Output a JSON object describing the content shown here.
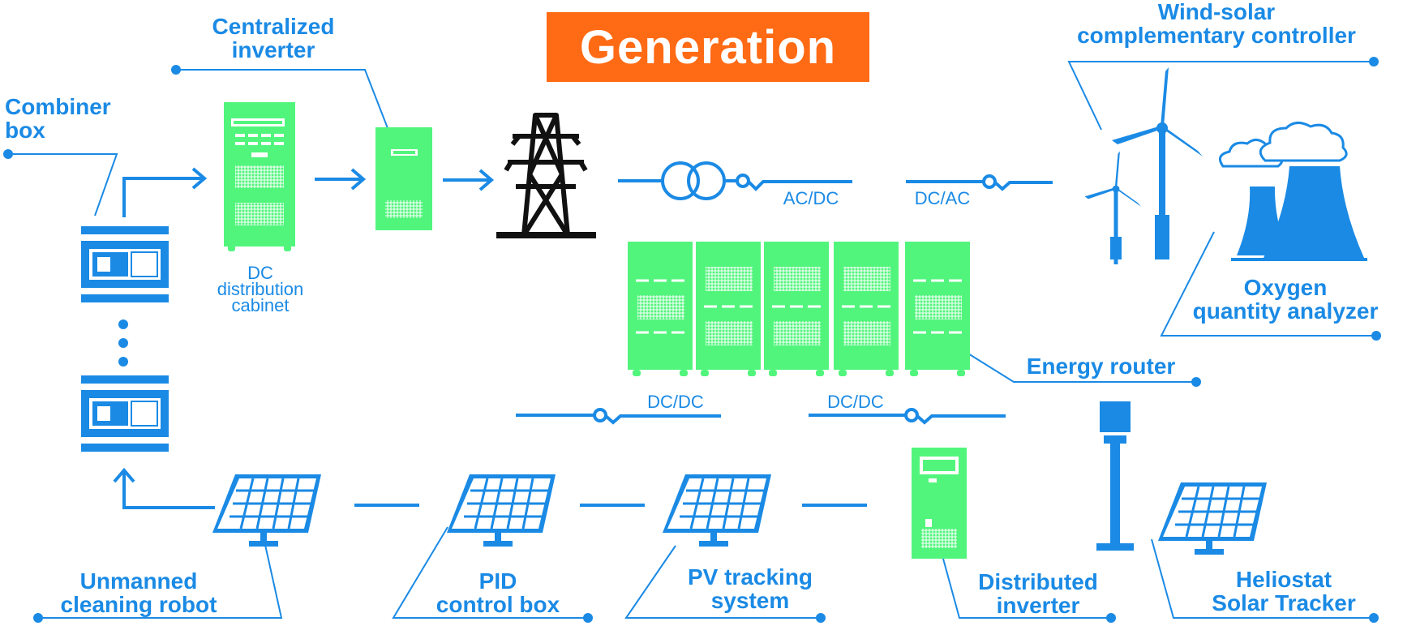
{
  "title": "Generation",
  "colors": {
    "blue": "#1a8ae5",
    "green": "#52f57c",
    "orange": "#ff6a14",
    "black": "#111111"
  },
  "labels": {
    "combiner_box": "Combiner\nbox",
    "centralized_inverter": "Centralized\ninverter",
    "dc_cabinet": "DC\ndistribution\ncabinet",
    "wind_solar": "Wind-solar\ncomplementary controller",
    "oxygen": "Oxygen\nquantity analyzer",
    "energy_router": "Energy router",
    "cleaning_robot": "Unmanned\ncleaning robot",
    "pid": "PID\ncontrol box",
    "pv_tracking": "PV tracking\nsystem",
    "distributed_inverter": "Distributed\ninverter",
    "heliostat": "Heliostat\nSolar Tracker"
  },
  "converters": {
    "ac_dc": "AC/DC",
    "dc_ac": "DC/AC",
    "dc_dc_left": "DC/DC",
    "dc_dc_right": "DC/DC"
  },
  "icons": [
    "combiner-box-icon",
    "dc-cabinet-icon",
    "inverter-icon",
    "pylon-icon",
    "transformer-icon",
    "wind-turbine-icon",
    "cooling-tower-icon",
    "energy-router-icon",
    "solar-panel-icon",
    "distributed-inverter-icon",
    "heliostat-icon"
  ]
}
